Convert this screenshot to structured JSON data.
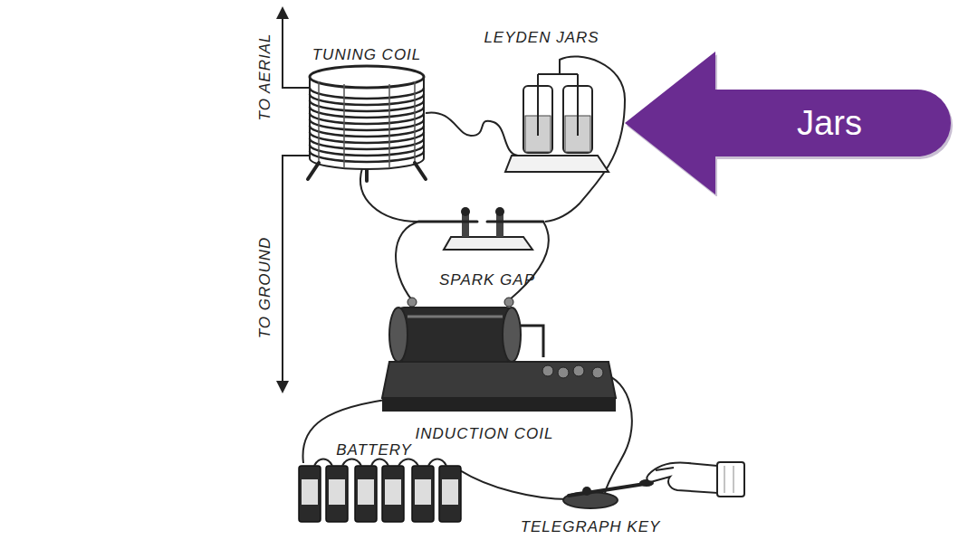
{
  "diagram": {
    "nodes": [
      {
        "text": [
          "Jars"
        ]
      }
    ],
    "labels": [
      "TO AERIAL",
      "TUNING COIL",
      "LEYDEN JARS",
      "TO GROUND",
      "SPARK GAP",
      "INDUCTION COIL",
      "BATTERY",
      "TELEGRAPH KEY"
    ]
  }
}
